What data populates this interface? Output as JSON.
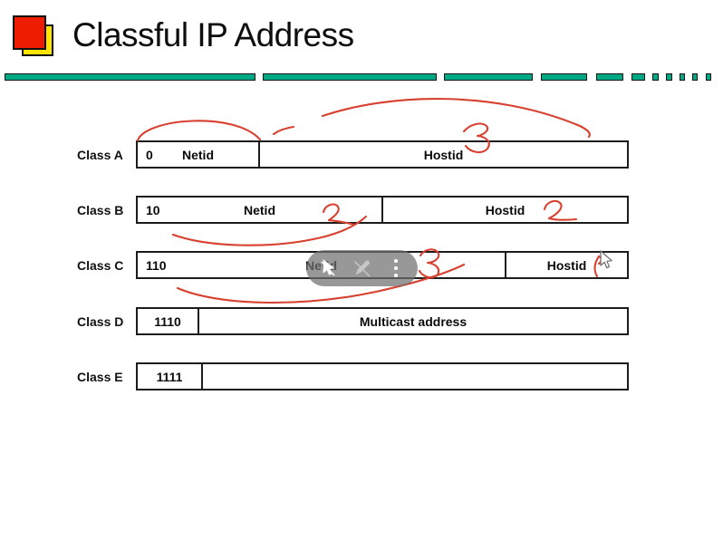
{
  "header": {
    "title": "Classful IP Address"
  },
  "rows": [
    {
      "label": "Class A",
      "prefix": "0",
      "cell1_label": "Netid",
      "cell2_label": "Hostid"
    },
    {
      "label": "Class B",
      "prefix": "10",
      "cell1_label": "Netid",
      "cell2_label": "Hostid"
    },
    {
      "label": "Class C",
      "prefix": "110",
      "cell1_label": "Netid",
      "cell2_label": "Hostid"
    },
    {
      "label": "Class D",
      "prefix": "1110",
      "cell1_label": "",
      "cell2_label": "Multicast address"
    },
    {
      "label": "Class E",
      "prefix": "1111",
      "cell1_label": "",
      "cell2_label": ""
    }
  ],
  "ink_annotations": {
    "color": "#d8402f",
    "handwritten_digits": {
      "class_a_hostid": "3",
      "class_b_netid": "2",
      "class_b_hostid": "2",
      "class_c_netid": "3"
    },
    "marks": [
      "arc over Class A Netid cell",
      "short dash left of big arc",
      "long arc over Class A Hostid cell",
      "sweeping underline beneath Class B Netid",
      "sweeping underline beneath Class C Netid",
      "small tick beside Class C Hostid"
    ]
  },
  "overlay_toolbar": {
    "icons": [
      {
        "name": "pointer-tool"
      },
      {
        "name": "pen-tool"
      },
      {
        "name": "more-options"
      }
    ]
  },
  "colors": {
    "divider_teal": "#00a884",
    "logo_red": "#ee1c00",
    "logo_yellow": "#ffe400",
    "ink_red": "#d8402f",
    "toolbar_gray": "rgba(112,112,112,0.72)"
  }
}
